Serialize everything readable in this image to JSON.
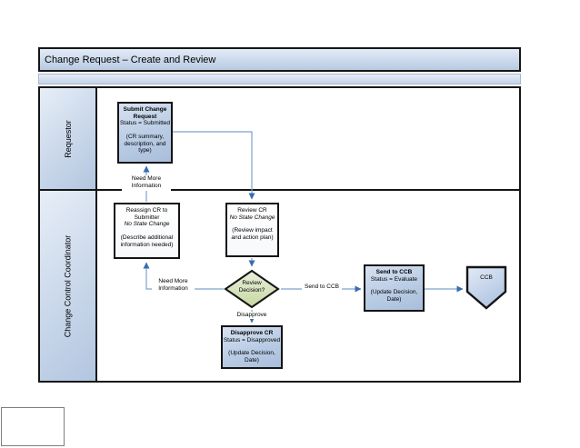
{
  "diagram": {
    "title": "Change Request – Create and Review",
    "lanes": {
      "requestor": "Requestor",
      "coordinator": "Change Control Coordinator"
    },
    "nodes": {
      "submit": {
        "title": "Submit Change Request",
        "subtitle": "Status = Submitted",
        "note": "(CR summary, description, and type)"
      },
      "reassign": {
        "title": "Reassign CR to Submitter",
        "subtitle": "No State Change",
        "note": "(Describe additional information needed)"
      },
      "review": {
        "title": "Review CR",
        "subtitle": "No State Change",
        "note": "(Review impact and action plan)"
      },
      "decision": {
        "label": "Review Decision?"
      },
      "disapprove": {
        "title": "Disapprove CR",
        "subtitle": "Status = Disapproved",
        "note": "(Update Decision, Date)"
      },
      "send_ccb": {
        "title": "Send to CCB",
        "subtitle": "Status = Evaluate",
        "note": "(Update Decision, Date)"
      },
      "ccb_connector": {
        "label": "CCB"
      }
    },
    "edge_labels": {
      "need_more_info_upper": "Need More\nInformation",
      "need_more_info_lower": "Need More\nInformation",
      "disapprove": "Disapprove",
      "send_to_ccb": "Send to CCB"
    },
    "colors": {
      "lane_fill_top": "#e7eef7",
      "lane_fill_bottom": "#b2c6e0",
      "process_fill_top": "#d6e1f0",
      "process_fill_bottom": "#a9bedb",
      "decision_fill_top": "#eaf0dd",
      "decision_fill_bottom": "#c6d7a2",
      "connector_line": "#7ea0cf",
      "arrowhead": "#3a6cb0",
      "border": "#141414"
    }
  }
}
